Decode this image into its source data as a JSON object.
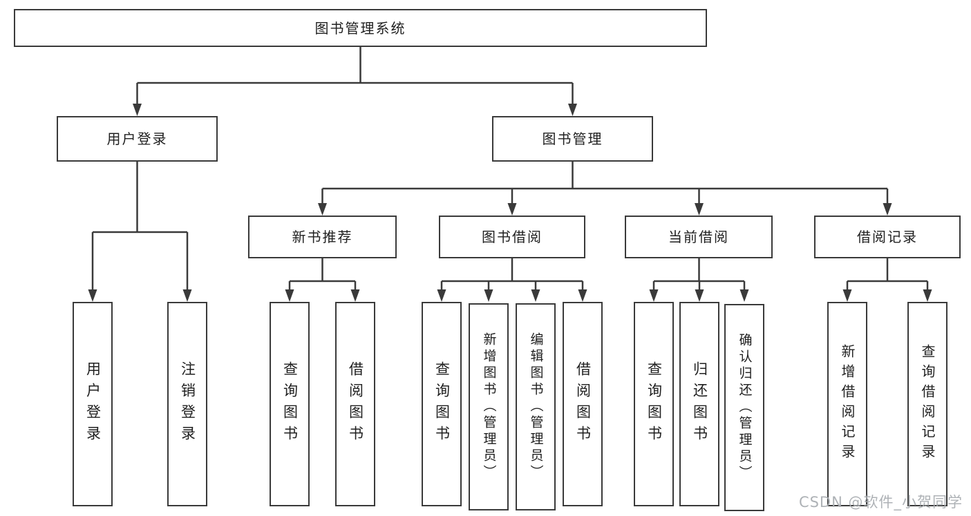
{
  "title": "图书管理系统",
  "tree": {
    "root": "图书管理系统",
    "children": [
      {
        "label": "用户登录",
        "children": [
          "用户登录",
          "注销登录"
        ]
      },
      {
        "label": "图书管理",
        "children": [
          {
            "label": "新书推荐",
            "children": [
              "查询图书",
              "借阅图书"
            ]
          },
          {
            "label": "图书借阅",
            "children": [
              "查询图书",
              "新增图书（管理员）",
              "编辑图书（管理员）",
              "借阅图书"
            ]
          },
          {
            "label": "当前借阅",
            "children": [
              "查询图书",
              "归还图书",
              "确认归还（管理员）"
            ]
          },
          {
            "label": "借阅记录",
            "children": [
              "新增借阅记录",
              "查询借阅记录"
            ]
          }
        ]
      }
    ]
  },
  "watermark": {
    "text": "CSDN @软件_小贺同学"
  },
  "colors": {
    "line": "#3a3a3a",
    "text": "#1f1f1f",
    "background": "#ffffff",
    "watermark": "#aaaeb2"
  }
}
